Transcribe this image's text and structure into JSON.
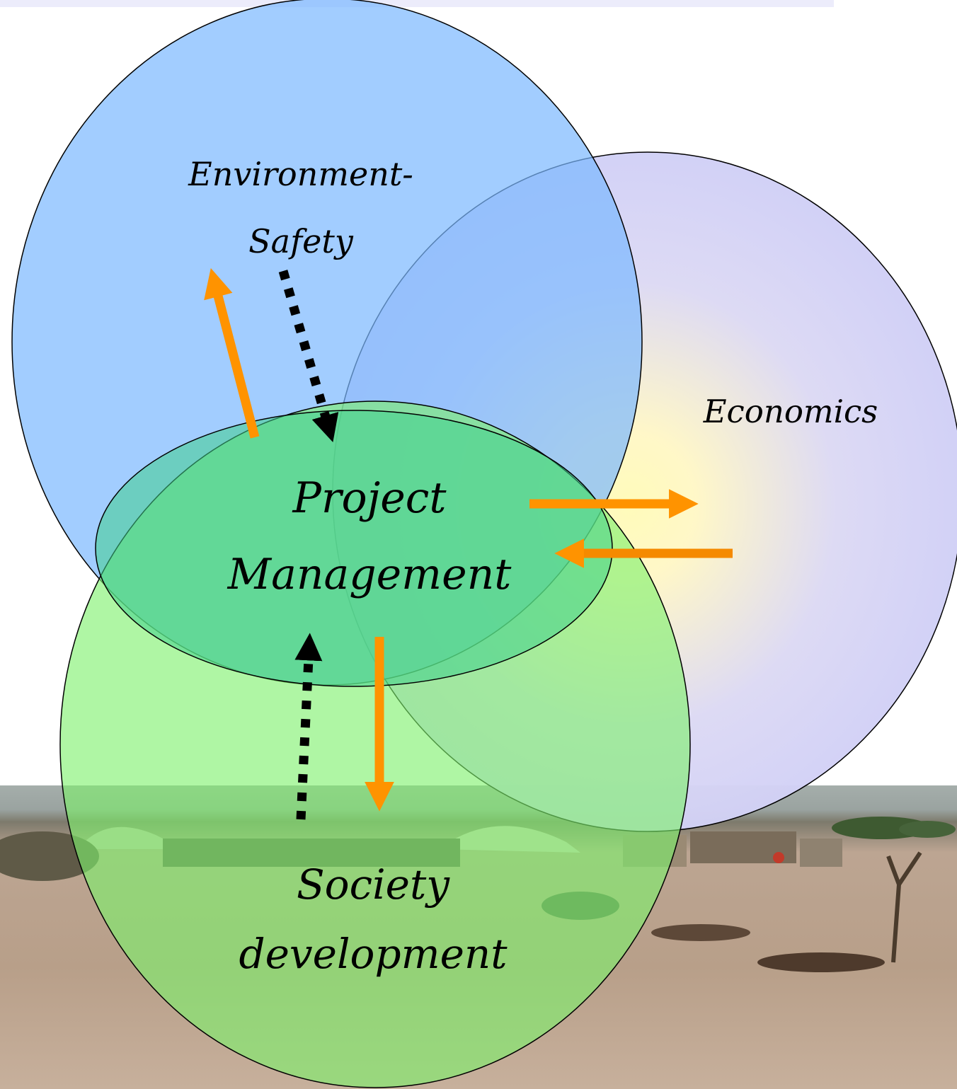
{
  "diagram": {
    "labels": {
      "environment_line1": "Environment-",
      "environment_line2": "Safety",
      "economics": "Economics",
      "project_line1": "Project",
      "project_line2": "Management",
      "society_line1": "Society",
      "society_line2": "development"
    },
    "colors": {
      "top_band": "#ececfb",
      "environment_circle": "#8ec2ff",
      "economics_circle": "#ccccf7",
      "economics_glow": "#fffcc0",
      "society_circle": "#9af58a",
      "project_circle": "#4fd890",
      "orange_arrow": "#ff9300",
      "dashed_arrow": "#000000",
      "ground": "#b59a84",
      "sky": "#9aa9a8"
    },
    "flows": [
      {
        "from": "Project Management",
        "to": "Environment-Safety",
        "style": "solid orange"
      },
      {
        "from": "Environment-Safety",
        "to": "Project Management",
        "style": "dashed black"
      },
      {
        "from": "Project Management",
        "to": "Economics",
        "style": "solid orange"
      },
      {
        "from": "Economics",
        "to": "Project Management",
        "style": "solid orange"
      },
      {
        "from": "Project Management",
        "to": "Society development",
        "style": "solid orange"
      },
      {
        "from": "Society development",
        "to": "Project Management",
        "style": "dashed black"
      }
    ],
    "background_photo": "desert-village-landscape"
  }
}
